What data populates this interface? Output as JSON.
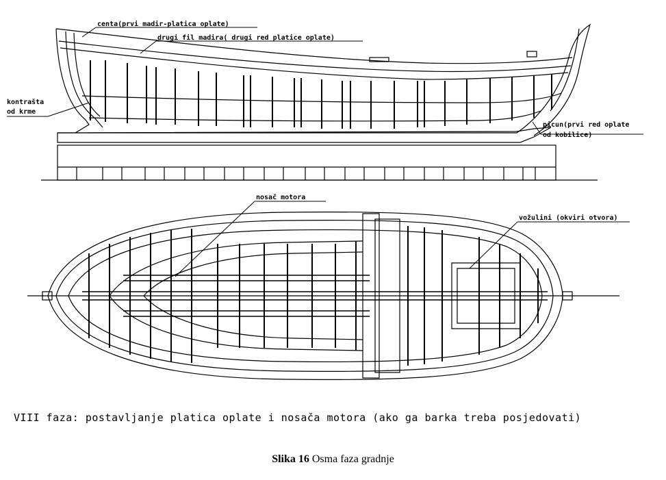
{
  "labels": {
    "centa": "centa(prvi madir-platica oplate)",
    "drugi_fil": "drugi fil madira( drugi red platice oplate)",
    "kontrasta_1": "kontrašta",
    "kontrasta_2": "od krme",
    "picun_1": "picun(prvi red oplate",
    "picun_2": "od kobilice)",
    "nosac": "nosač motora",
    "vozulini": "vožulini (okviri otvora)"
  },
  "phase_text": "VIII faza: postavljanje platica oplate i nosača motora (ako ga barka treba posjedovati)",
  "caption": {
    "number": "Slika 16",
    "text": "Osma faza gradnje"
  },
  "colors": {
    "ink": "#000000",
    "paper": "#ffffff"
  }
}
